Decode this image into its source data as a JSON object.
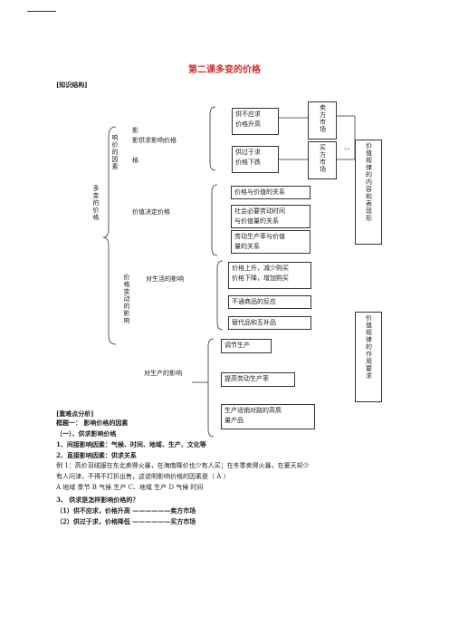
{
  "title": "第二课多变的价格",
  "knowledge_header": "[知识结构]",
  "diagram": {
    "root": "多变的价格",
    "branch1_col1": "响价的因素",
    "branch1_col2": "影供求影响价格",
    "branch1_col3": "格",
    "supply_lt_demand": "供不应求\n价格升高",
    "supply_gt_demand": "供过于求\n价格下跌",
    "seller_market": "卖方市场",
    "buyer_market": "买方市场",
    "value_decides": "价值决定价格",
    "price_value_rel": "价格与价值的关系",
    "social_labor_time": "社会必要劳动时间\n与价值量的关系",
    "productivity": "劳动生产率与价值\n量的关系",
    "value_law_form": "价值规律的内容和表现形",
    "right_mark": "、、",
    "branch2": "价格变动的影响",
    "life_impact": "对生活的影响",
    "price_up_down": "价格上升，减少购买\n价格下降，增加购买",
    "necessity": "不通商品的反应",
    "substitute": "替代品和互补品",
    "production_impact": "对生产的影响",
    "adjust_production": "调节生产",
    "raise_productivity": "提高劳动生产率",
    "marketable_products": "生产适销对路的高质\n量产品",
    "value_law_role": "价值规律的作用要求"
  },
  "analysis": {
    "header": "[重难点分析]",
    "framework1": "框题一：  影响价格的因素",
    "sub1": "（一）、供求影响价格",
    "item1": "1、间接影响因素：气候、时间、地域、生产、文化等",
    "item2": "2、直接影响因素：供求关系",
    "example": "例 1：高价羽绒服在东北卖得火暴，在海南降价也少有人买；在冬季卖得火暴，在夏天却少",
    "example_cont": "有人问津，不得不打折出售，这说明影响价格的因素是（      A      ）",
    "options": "A 地域    季节         B 气候    生产     C、地域         生产          D 气候     时间",
    "item3": "3、 供求是怎样影响价格的？",
    "point1": "（1）供不应求，价格升高  ——————卖方市场",
    "point2": "（2）供过于求，价格降低  ——————买方市场"
  }
}
